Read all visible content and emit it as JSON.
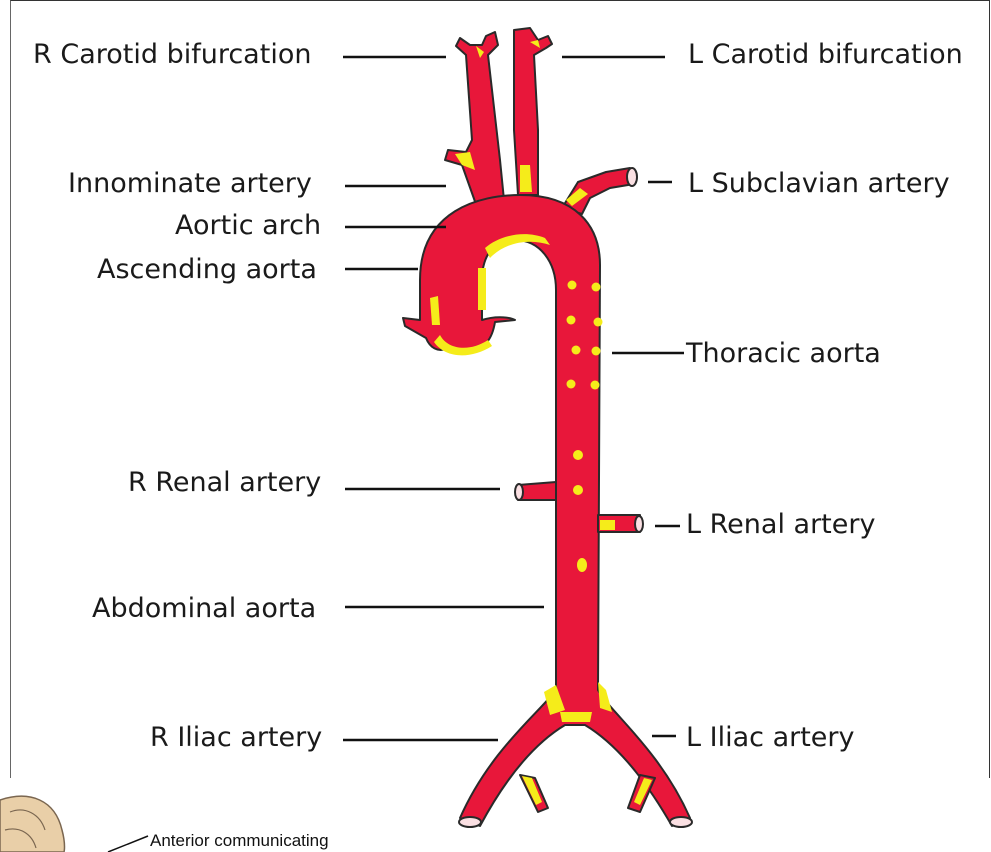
{
  "labels": {
    "r_carotid": "R Carotid bifurcation",
    "l_carotid": "L Carotid bifurcation",
    "innominate": "Innominate artery",
    "l_subclavian": "L Subclavian artery",
    "aortic_arch": "Aortic arch",
    "ascending": "Ascending aorta",
    "thoracic": "Thoracic aorta",
    "r_renal": "R Renal artery",
    "l_renal": "L Renal artery",
    "abdominal": "Abdominal aorta",
    "r_iliac": "R Iliac artery",
    "l_iliac": "L Iliac artery"
  },
  "footer_label": "Anterior communicating",
  "colors": {
    "vessel": "#e8173a",
    "plaque": "#f5ec1a",
    "outline": "#2a2a2a",
    "text": "#1a1a1a"
  }
}
